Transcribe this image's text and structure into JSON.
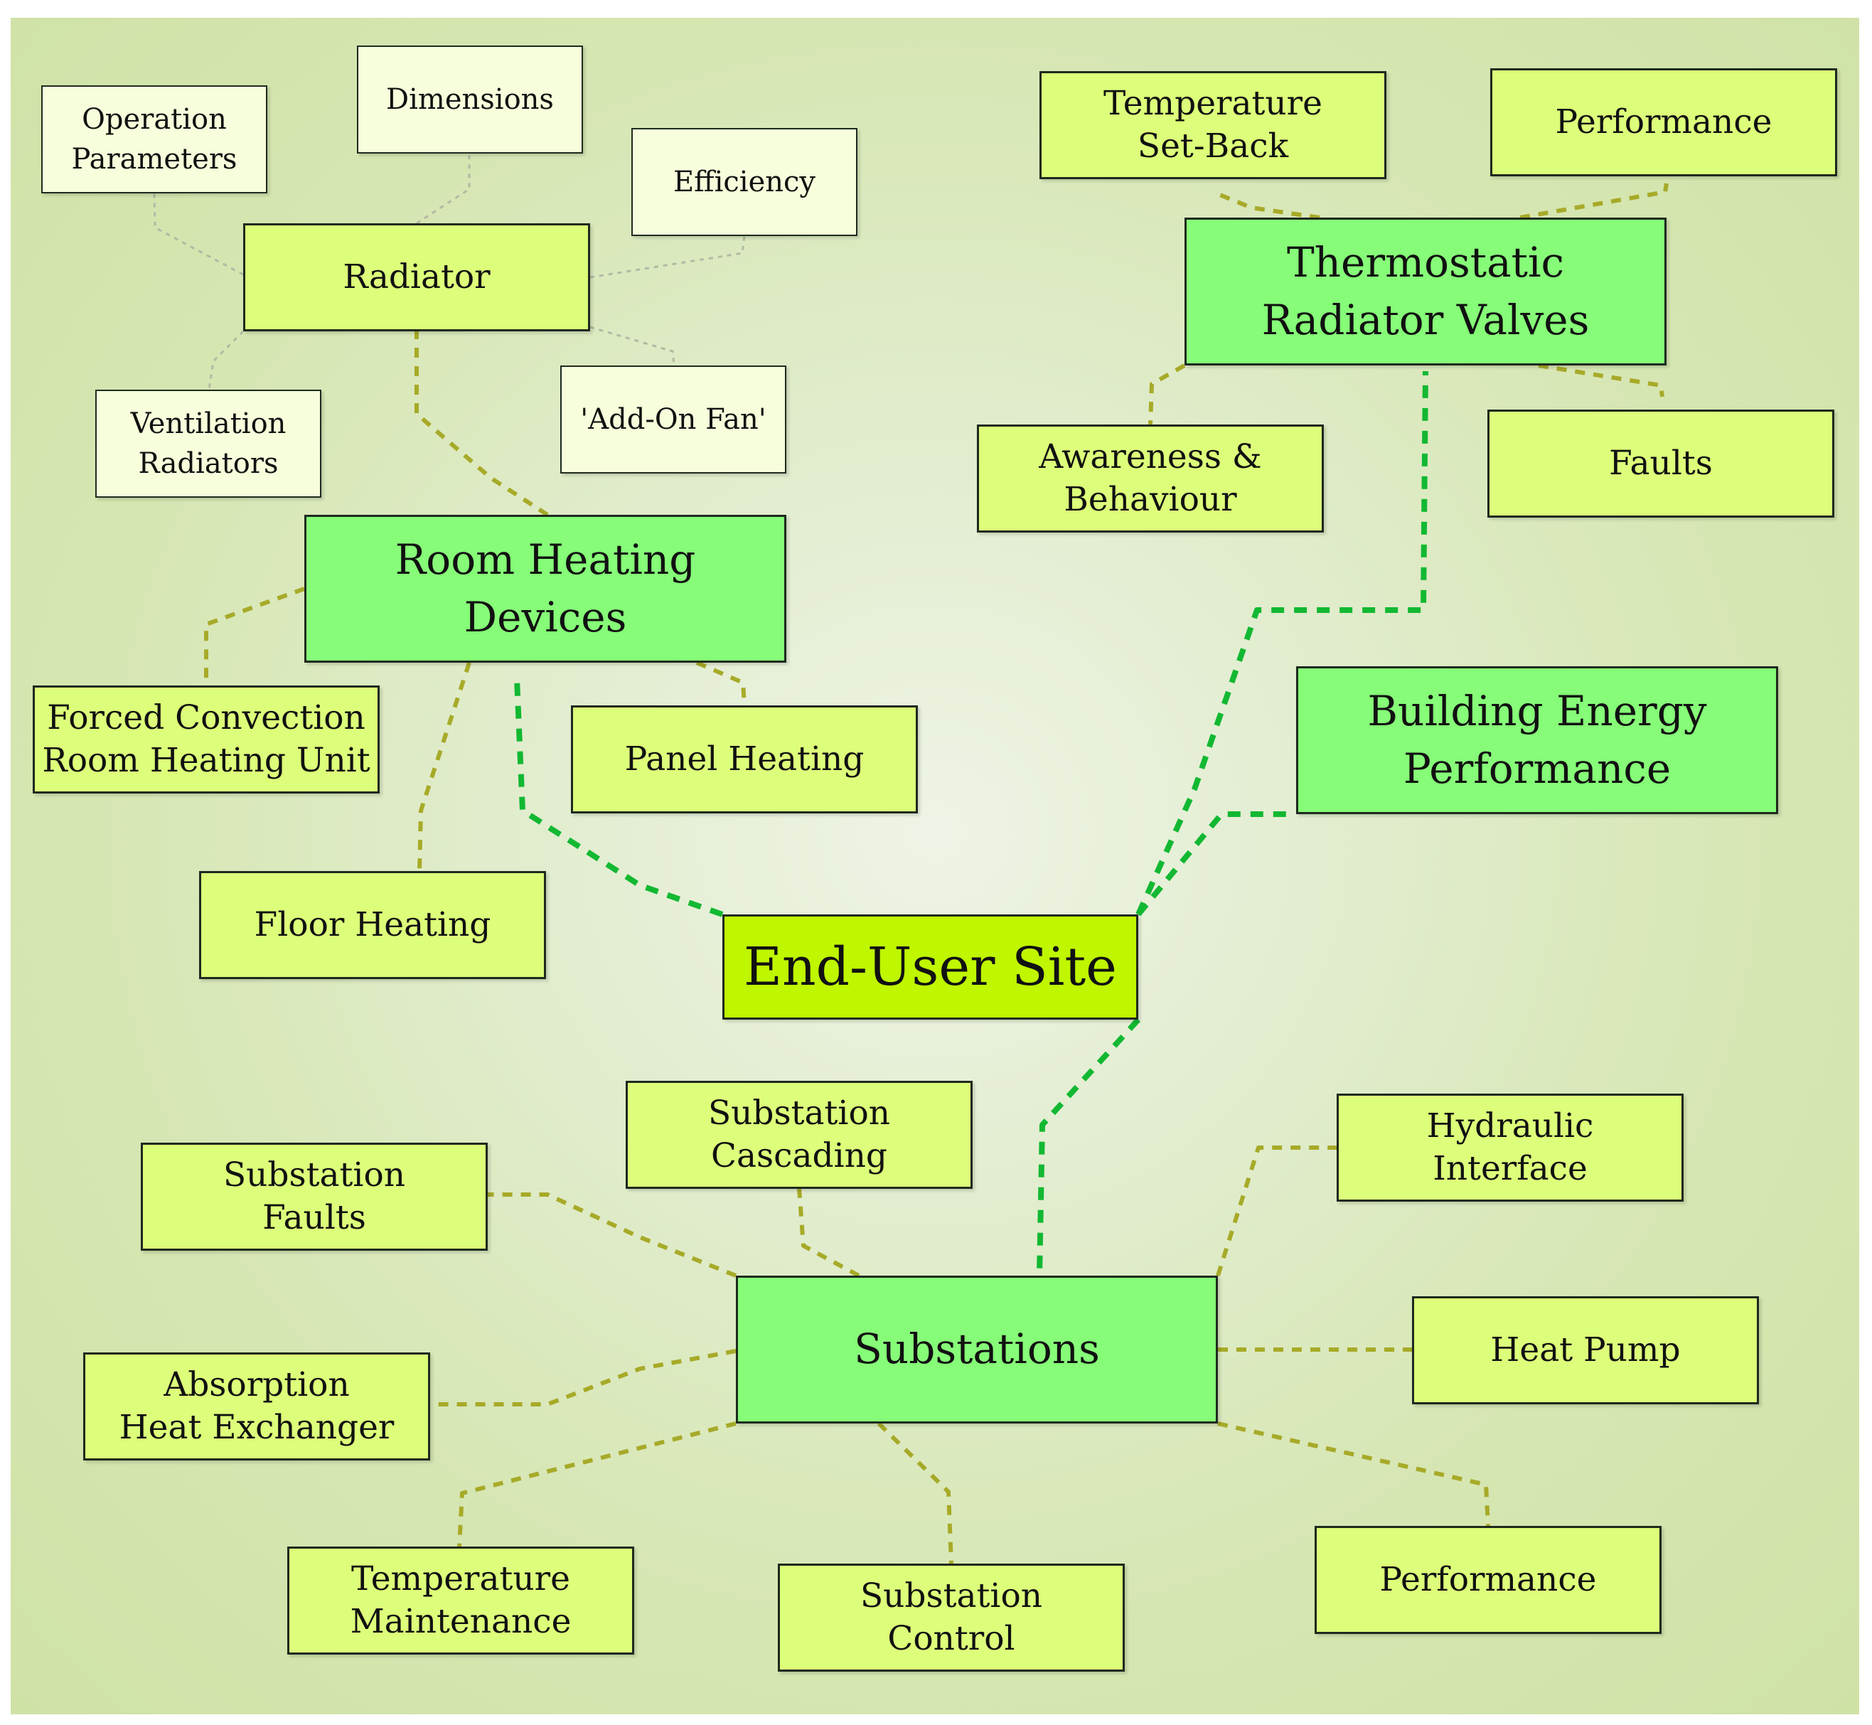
{
  "diagram": {
    "root": {
      "id": "end_user_site",
      "label": "End-User Site"
    },
    "main": [
      {
        "id": "room_heating_devices",
        "label": "Room Heating\nDevices"
      },
      {
        "id": "thermostatic_radiator_valves",
        "label": "Thermostatic\nRadiator Valves"
      },
      {
        "id": "building_energy_performance",
        "label": "Building Energy\nPerformance"
      },
      {
        "id": "substations",
        "label": "Substations"
      }
    ],
    "sub": [
      {
        "id": "radiator",
        "label": "Radiator"
      },
      {
        "id": "forced_convection",
        "label": "Forced Convection\nRoom Heating Unit"
      },
      {
        "id": "panel_heating",
        "label": "Panel Heating"
      },
      {
        "id": "floor_heating",
        "label": "Floor Heating"
      },
      {
        "id": "temperature_set_back",
        "label": "Temperature\nSet-Back"
      },
      {
        "id": "trv_performance",
        "label": "Performance"
      },
      {
        "id": "awareness_behaviour",
        "label": "Awareness &\nBehaviour"
      },
      {
        "id": "trv_faults",
        "label": "Faults"
      },
      {
        "id": "substation_faults",
        "label": "Substation\nFaults"
      },
      {
        "id": "substation_cascading",
        "label": "Substation\nCascading"
      },
      {
        "id": "hydraulic_interface",
        "label": "Hydraulic\nInterface"
      },
      {
        "id": "absorption_heat_exchanger",
        "label": "Absorption\nHeat Exchanger"
      },
      {
        "id": "heat_pump",
        "label": "Heat Pump"
      },
      {
        "id": "temperature_maintenance",
        "label": "Temperature\nMaintenance"
      },
      {
        "id": "substation_control",
        "label": "Substation\nControl"
      },
      {
        "id": "sub_performance",
        "label": "Performance"
      }
    ],
    "leaf": [
      {
        "id": "operation_parameters",
        "label": "Operation\nParameters"
      },
      {
        "id": "dimensions",
        "label": "Dimensions"
      },
      {
        "id": "efficiency",
        "label": "Efficiency"
      },
      {
        "id": "ventilation_radiators",
        "label": "Ventilation\nRadiators"
      },
      {
        "id": "add_on_fan",
        "label": "'Add-On Fan'"
      }
    ],
    "colors": {
      "root_fill": "#bff600",
      "main_fill": "#86fc78",
      "sub_fill": "#ddfe7a",
      "leaf_fill": "#f6fedb",
      "main_link": "#12b832",
      "sub_link": "#a7aa28",
      "leaf_link": "#b3b9a3"
    }
  }
}
